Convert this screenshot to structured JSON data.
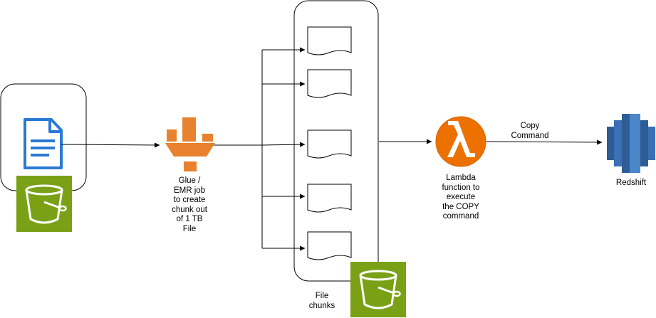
{
  "colors": {
    "line": "#000000",
    "s3_green": "#7aa116",
    "lambda_orange": "#ed7100",
    "glue_orange": "#e8822f",
    "redshift_blue": "#3b6fb6",
    "doc_blue": "#2a7ad5"
  },
  "icons": {
    "source_file": "document-icon",
    "source_bucket": "s3-bucket-icon",
    "glue": "aws-glue-icon",
    "chunks_bucket": "s3-bucket-icon",
    "lambda": "aws-lambda-icon",
    "redshift": "aws-redshift-icon"
  },
  "labels": {
    "glue": "Glue /\nEMR job\nto create\nchunk out\nof 1 TB\nFile",
    "chunks": "File\nchunks",
    "lambda": "Lambda\nfunction to\nexecute\nthe COPY\ncommand",
    "copy_edge": "Copy\nCommand",
    "redshift": "Redshift"
  },
  "chunk_count": 5
}
